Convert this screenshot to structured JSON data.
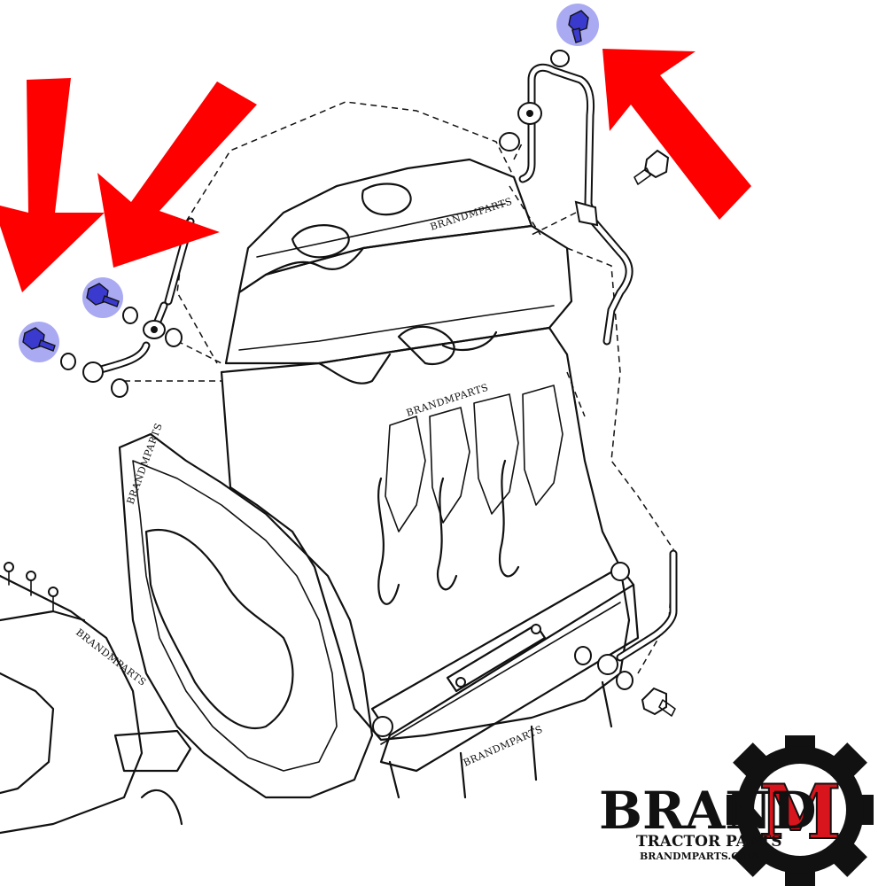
{
  "watermark": {
    "text": "BRANDMPARTS"
  },
  "logo": {
    "brand": "BRAND",
    "letter": "M",
    "subtitle": "TRACTOR PARTS",
    "url": "BRANDMPARTS.COM"
  },
  "colors": {
    "arrow": "#ff0000",
    "highlight": "#9b9bf0",
    "bolt": "#3a3acf",
    "logo_accent": "#d8141c",
    "line": "#111111"
  },
  "icons": {
    "arrow": "red-arrow",
    "bolt": "banjo-bolt",
    "gear": "gear-logo"
  }
}
